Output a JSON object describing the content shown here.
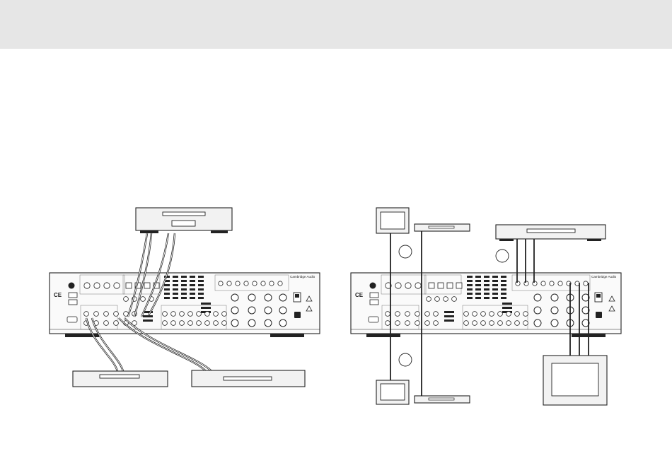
{
  "header": {
    "background": "#e6e6e6"
  },
  "colors": {
    "line": "#222222",
    "device_fill": "#f2f2f2",
    "panel_fill": "#fafafa"
  },
  "receiver": {
    "brand": "Cambridge Audio",
    "mark": "CE"
  },
  "callouts": [
    {
      "id": "callout-a",
      "label": ""
    },
    {
      "id": "callout-b",
      "label": ""
    },
    {
      "id": "callout-c",
      "label": ""
    }
  ]
}
